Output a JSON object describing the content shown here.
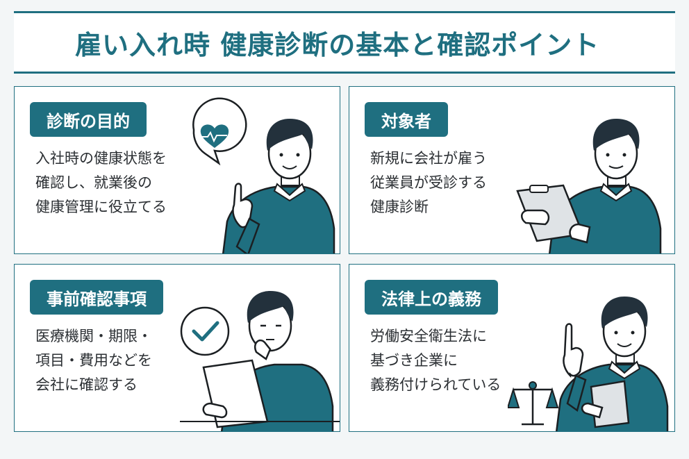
{
  "title": "雇い入れ時 健康診断の基本と確認ポイント",
  "colors": {
    "accent": "#1f6f80",
    "sweater": "#1f6f80",
    "hair": "#23313c",
    "skin": "#ffffff",
    "line": "#1b1f22"
  },
  "cards": [
    {
      "label": "診断の目的",
      "lines": [
        "入社時の健康状態を",
        "確認し、就業後の",
        "健康管理に役立てる"
      ],
      "icon": "heart-pulse-bubble-icon"
    },
    {
      "label": "対象者",
      "lines": [
        "新規に会社が雇う",
        "従業員が受診する",
        "健康診断"
      ],
      "icon": "clipboard-icon"
    },
    {
      "label": "事前確認事項",
      "lines": [
        "医療機関・期限・",
        "項目・費用などを",
        "会社に確認する"
      ],
      "icon": "check-mark-bubble-icon"
    },
    {
      "label": "法律上の義務",
      "lines": [
        "労働安全衛生法に",
        "基づき企業に",
        "義務付けられている"
      ],
      "icon": "scales-of-justice-icon"
    }
  ]
}
